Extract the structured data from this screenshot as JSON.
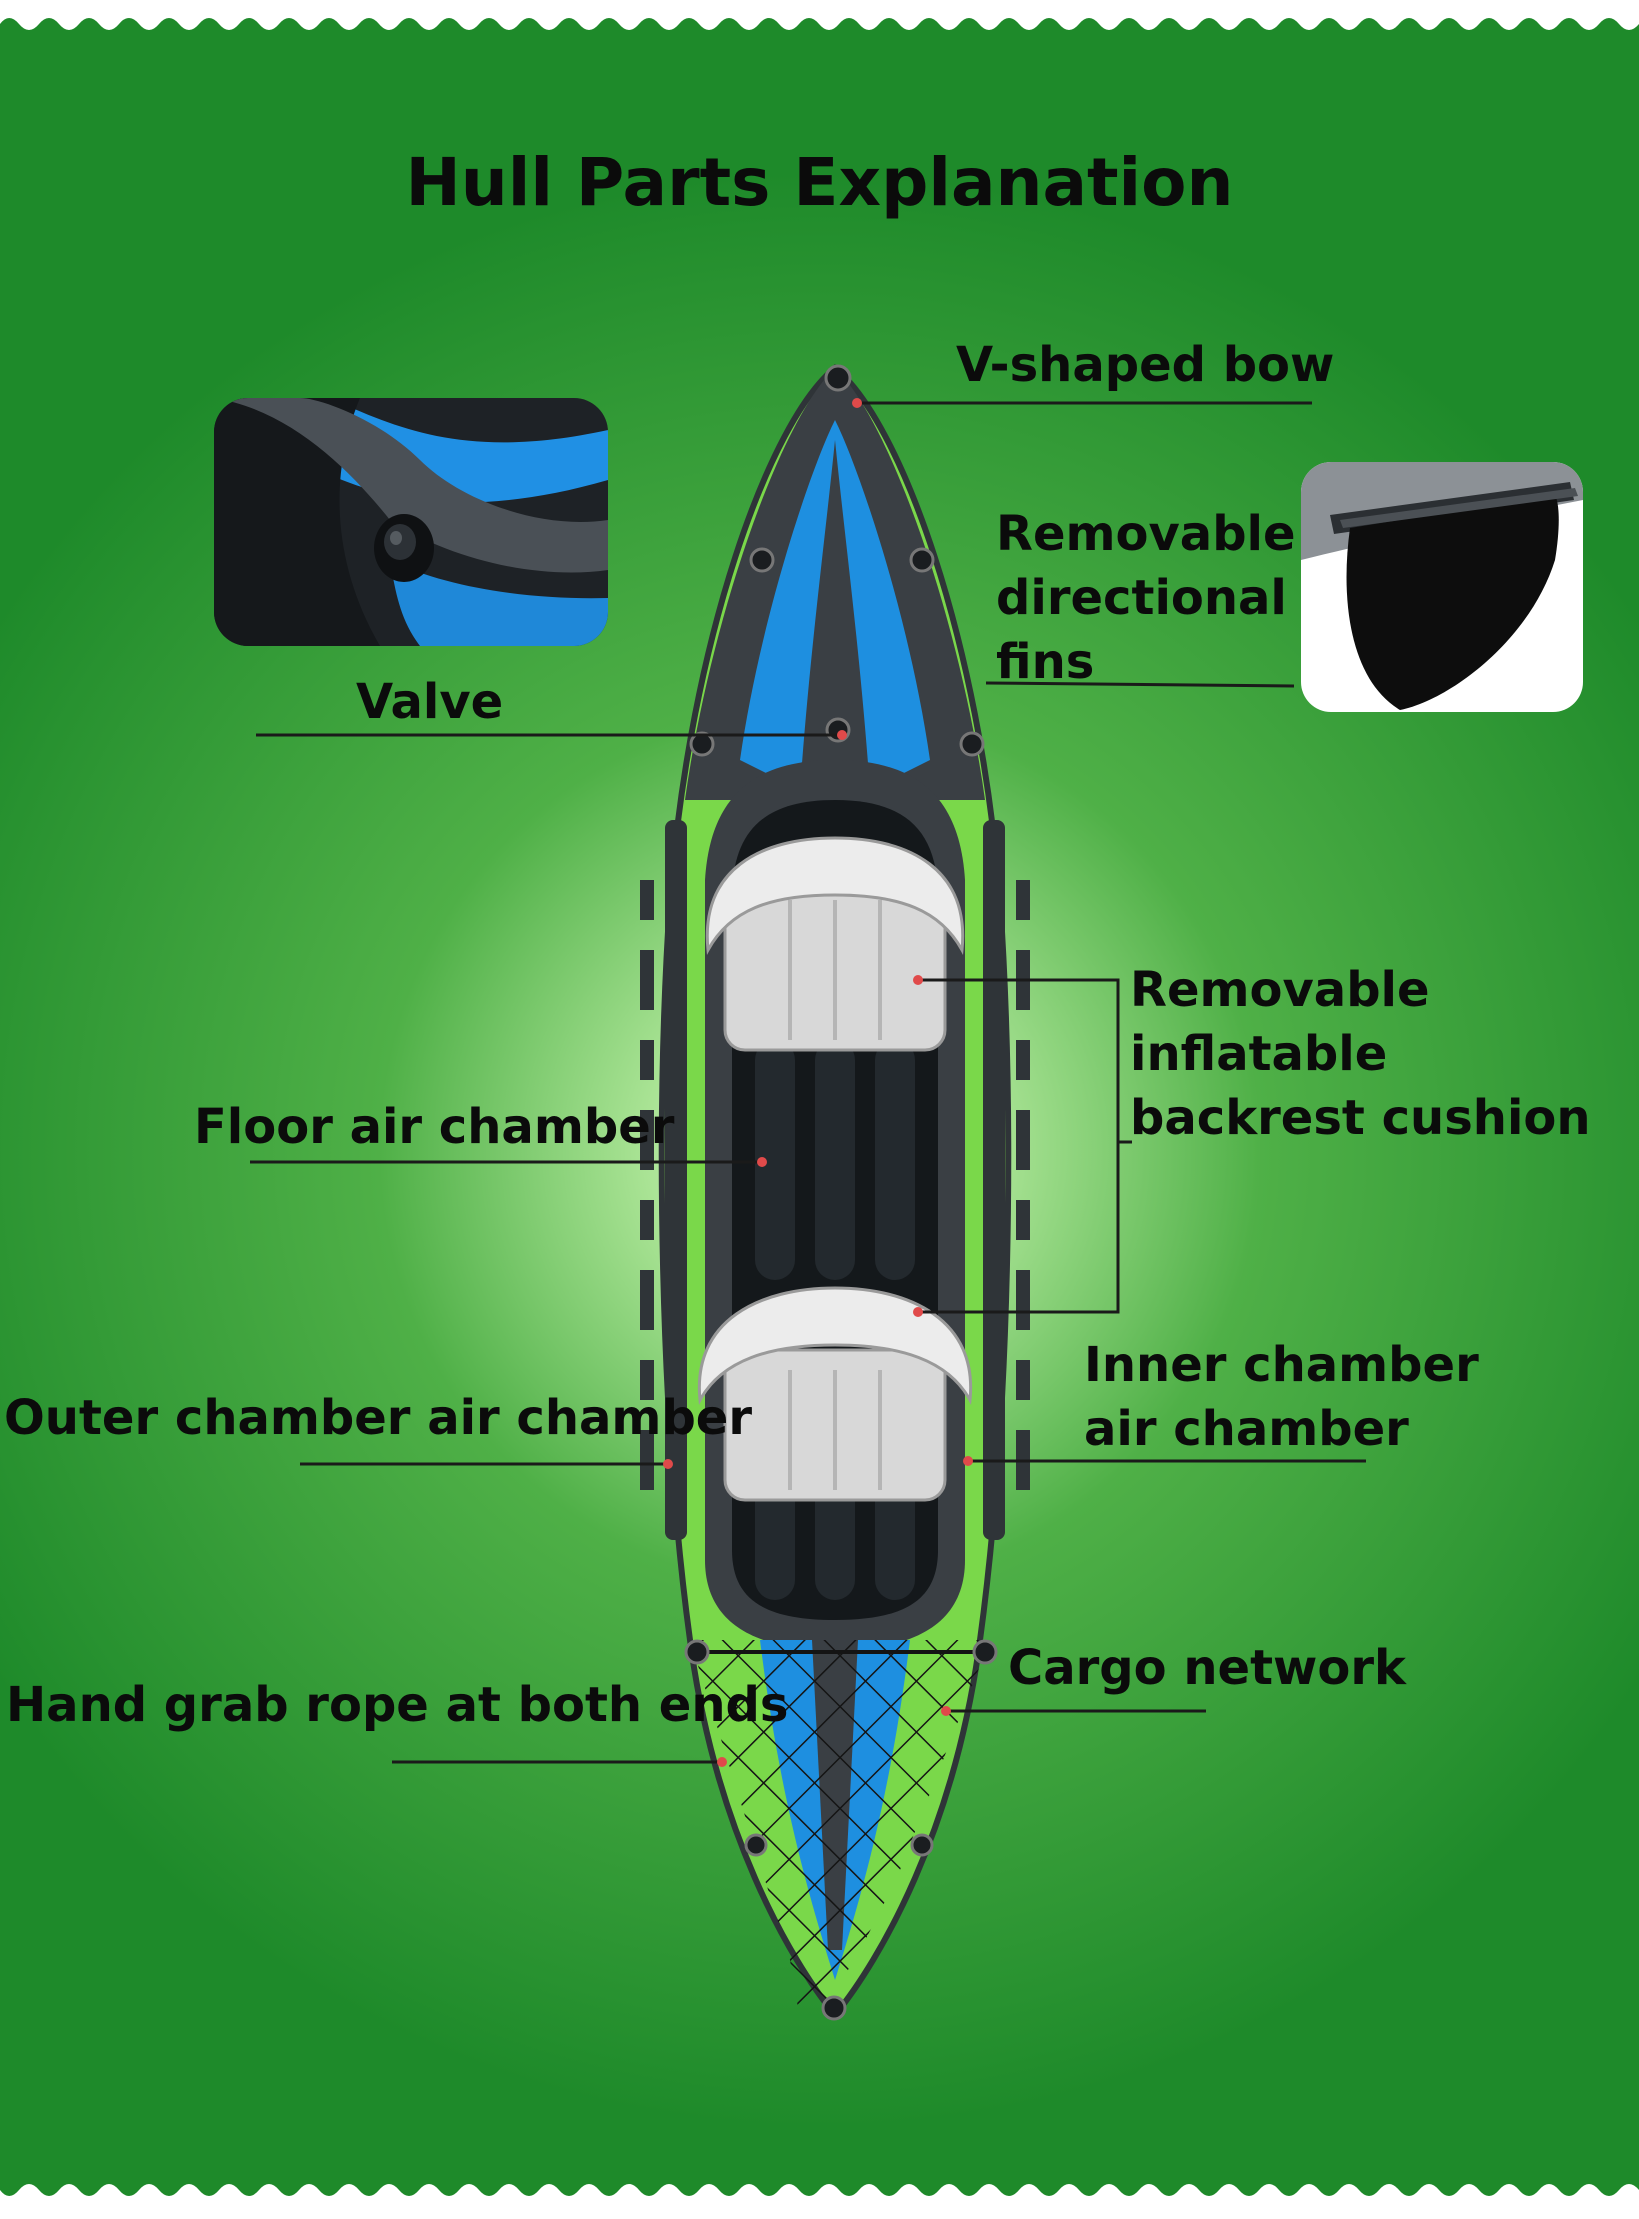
{
  "title": "Hull Parts Explanation",
  "colors": {
    "background_green": "#1e8a2a",
    "glow_light_green": "#e4f7da",
    "kayak_green": "#7ad84a",
    "kayak_dark_gray": "#3a3f44",
    "kayak_blue": "#1e8fe0",
    "seat_cushion": "#d8d8d8",
    "leader_line": "#1a1a1a",
    "marker_dot": "#e04a4a"
  },
  "icons": {
    "valve_inset": "valve-closeup-photo",
    "fin_inset": "fin-closeup-photo",
    "kayak": "inflatable-kayak-top-view"
  },
  "labels": {
    "v_shaped_bow": "V-shaped bow",
    "fins": [
      "Removable",
      "directional",
      "fins"
    ],
    "valve": "Valve",
    "backrest": [
      "Removable",
      "inflatable",
      "backrest cushion"
    ],
    "floor_air_chamber": "Floor air chamber",
    "outer_chamber": "Outer chamber air chamber",
    "inner_chamber": [
      "Inner chamber",
      "air chamber"
    ],
    "cargo_network": "Cargo network",
    "hand_grab_rope": "Hand grab rope at both ends"
  }
}
